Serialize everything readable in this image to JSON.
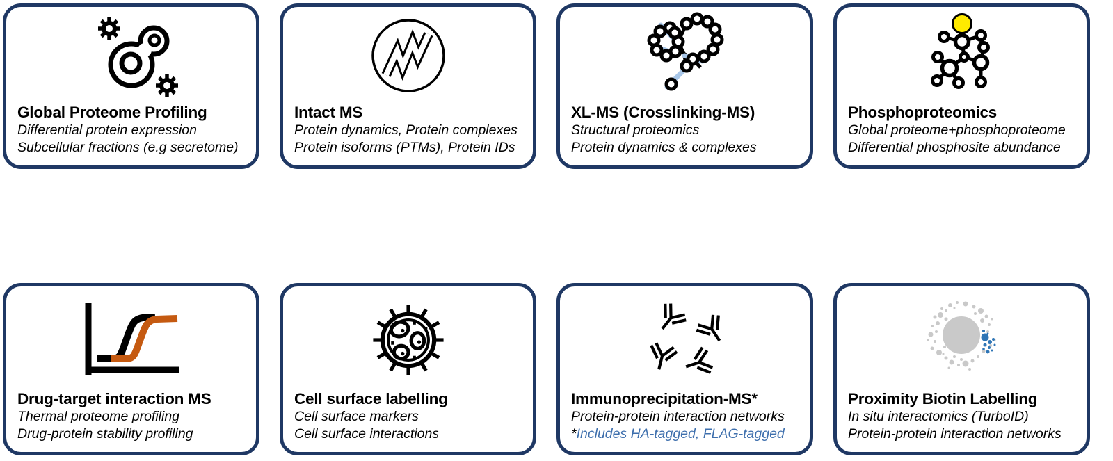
{
  "colors": {
    "card_border": "#1f3864",
    "accent_orange": "#c55a11",
    "crosslink_blue": "#a9c7e8",
    "phospho_yellow": "#ffea00",
    "note_blue": "#3e6fad",
    "dot_blue": "#2e75b6",
    "proximity_gray": "#c9c9c9"
  },
  "cards": [
    {
      "title": "Global Proteome Profiling",
      "icon": "cell-gears-icon",
      "lines": [
        "Differential protein expression",
        "Subcellular fractions (e.g secretome)"
      ]
    },
    {
      "title": "Intact MS",
      "icon": "protein-ribbon-icon",
      "lines": [
        "Protein dynamics, Protein complexes",
        "Protein isoforms (PTMs), Protein IDs"
      ]
    },
    {
      "title": "XL-MS (Crosslinking-MS)",
      "icon": "crosslinked-beads-icon",
      "lines": [
        "Structural proteomics",
        "Protein dynamics & complexes"
      ]
    },
    {
      "title": "Phosphoproteomics",
      "icon": "phospho-network-icon",
      "lines": [
        "Global proteome+phosphoproteome",
        "Differential phosphosite abundance"
      ]
    },
    {
      "title": "Drug-target interaction MS",
      "icon": "melting-curves-icon",
      "lines": [
        "Thermal proteome profiling",
        "Drug-protein stability profiling"
      ]
    },
    {
      "title": "Cell surface labelling",
      "icon": "spiky-cell-icon",
      "lines": [
        "Cell surface markers",
        "Cell surface interactions"
      ]
    },
    {
      "title": "Immunoprecipitation-MS*",
      "icon": "antibodies-icon",
      "lines": [
        "Protein-protein interaction networks"
      ],
      "footnote": {
        "star": "*",
        "text": "Includes HA-tagged, FLAG-tagged"
      }
    },
    {
      "title": "Proximity Biotin Labelling",
      "icon": "proximity-dots-icon",
      "lines": [
        "In situ interactomics (TurboID)",
        "Protein-protein interaction networks"
      ]
    }
  ]
}
